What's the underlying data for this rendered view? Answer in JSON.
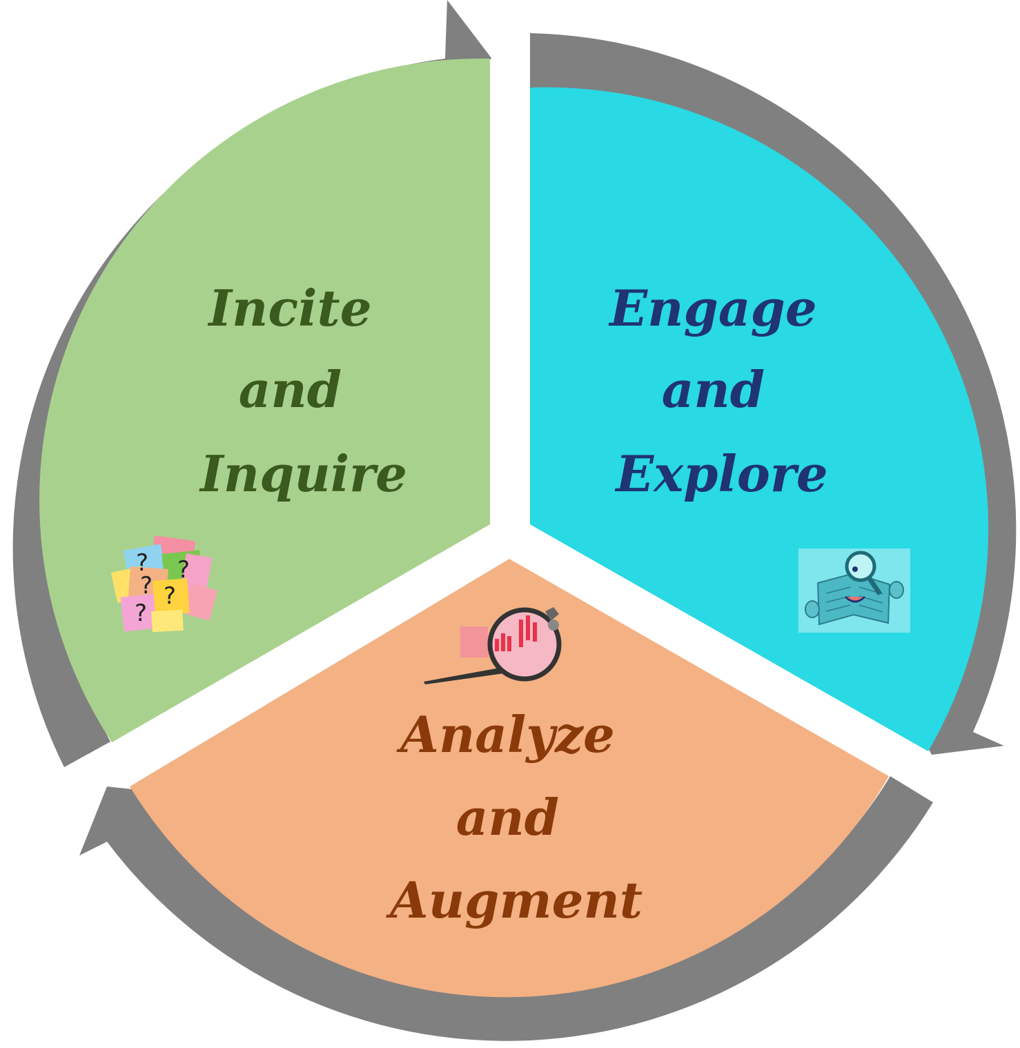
{
  "segments": [
    {
      "id": "incite",
      "lines": [
        "Incite",
        "and",
        "Inquire"
      ],
      "fill": "#a9d18e",
      "text_color": "#3a5a1e",
      "icon": "question-notes-icon"
    },
    {
      "id": "engage",
      "lines": [
        "Engage",
        "and",
        "Explore"
      ],
      "fill": "#29d9e3",
      "text_color": "#1f3470",
      "icon": "book-magnifier-icon"
    },
    {
      "id": "analyze",
      "lines": [
        "Analyze",
        "and",
        "Augment"
      ],
      "fill": "#f4b183",
      "text_color": "#8a3a0a",
      "icon": "chart-magnifier-icon"
    }
  ],
  "ring_color": "#808080",
  "flow": "clockwise"
}
